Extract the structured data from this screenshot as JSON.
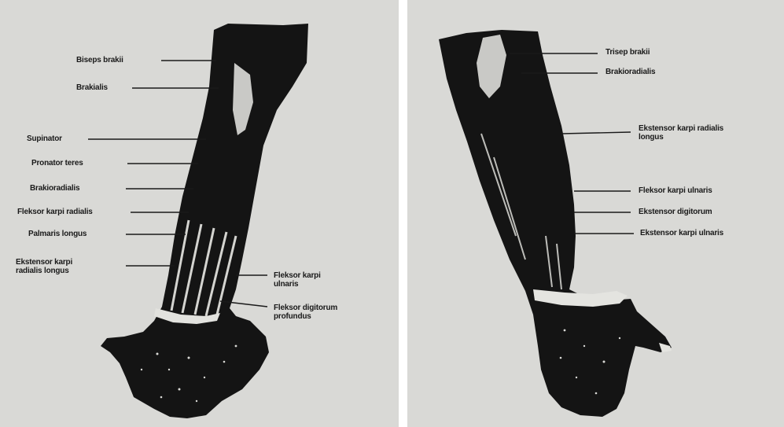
{
  "colors": {
    "paper": "#d9d9d6",
    "ink": "#1a1a1a",
    "muscle": "#141414"
  },
  "left_view": {
    "labels": {
      "biseps_brakii": "Biseps brakii",
      "brakialis": "Brakialis",
      "supinator": "Supinator",
      "pronator_teres": "Pronator teres",
      "brakioradialis": "Brakioradialis",
      "fleksor_karpi_radialis": "Fleksor karpi radialis",
      "palmaris_longus": "Palmaris longus",
      "ekstensor_karpi_radialis_longus": "Ekstensor karpi radialis longus",
      "fleksor_karpi_ulnaris": "Fleksor karpi ulnaris",
      "fleksor_digitorum_profundus": "Fleksor digitorum profundus"
    }
  },
  "right_view": {
    "labels": {
      "trisep_brakii": "Trisep brakii",
      "brakioradialis": "Brakioradialis",
      "ekstensor_karpi_radialis_longus": "Ekstensor karpi radialis longus",
      "fleksor_karpi_ulnaris": "Fleksor karpi ulnaris",
      "ekstensor_digitorum": "Ekstensor digitorum",
      "ekstensor_karpi_ulnaris": "Ekstensor karpi ulnaris"
    }
  }
}
